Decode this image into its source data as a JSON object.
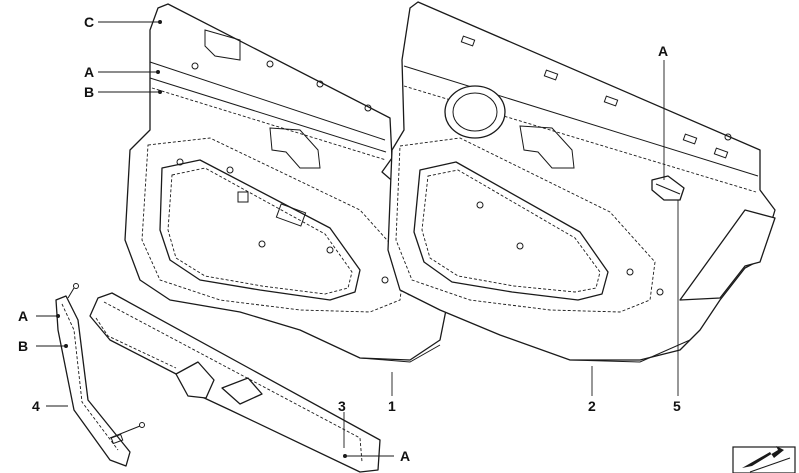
{
  "callouts": {
    "left_panel_C": "C",
    "left_panel_A": "A",
    "left_panel_B": "B",
    "handle_A": "A",
    "handle_B": "B",
    "handle_4": "4",
    "armrest_3": "3",
    "armrest_A": "A",
    "panel_1": "1",
    "panel_2": "2",
    "right_A": "A",
    "right_5": "5"
  },
  "icons": {
    "corner_badge": "diagram-arrow-badge-icon"
  },
  "colors": {
    "line": "#1a1a1a",
    "background": "#ffffff"
  }
}
